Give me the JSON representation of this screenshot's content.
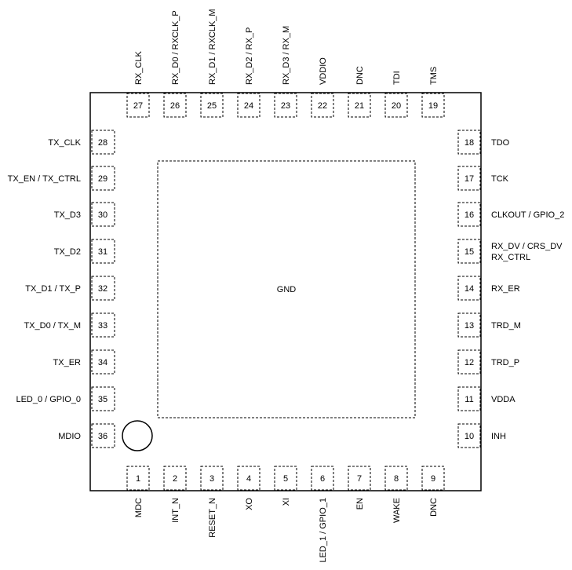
{
  "center_label": "GND",
  "pins": {
    "bottom": [
      {
        "num": "1",
        "name": "MDC"
      },
      {
        "num": "2",
        "name": "INT_N"
      },
      {
        "num": "3",
        "name": "RESET_N"
      },
      {
        "num": "4",
        "name": "XO"
      },
      {
        "num": "5",
        "name": "XI"
      },
      {
        "num": "6",
        "name": "LED_1 / GPIO_1"
      },
      {
        "num": "7",
        "name": "EN"
      },
      {
        "num": "8",
        "name": "WAKE"
      },
      {
        "num": "9",
        "name": "DNC"
      }
    ],
    "right": [
      {
        "num": "10",
        "name": "INH"
      },
      {
        "num": "11",
        "name": "VDDA"
      },
      {
        "num": "12",
        "name": "TRD_P"
      },
      {
        "num": "13",
        "name": "TRD_M"
      },
      {
        "num": "14",
        "name": "RX_ER"
      },
      {
        "num": "15",
        "name": "RX_DV / CRS_DV",
        "name2": "RX_CTRL"
      },
      {
        "num": "16",
        "name": "CLKOUT / GPIO_2"
      },
      {
        "num": "17",
        "name": "TCK"
      },
      {
        "num": "18",
        "name": "TDO"
      }
    ],
    "top": [
      {
        "num": "19",
        "name": "TMS"
      },
      {
        "num": "20",
        "name": "TDI"
      },
      {
        "num": "21",
        "name": "DNC"
      },
      {
        "num": "22",
        "name": "VDDIO"
      },
      {
        "num": "23",
        "name": "RX_D3 / RX_M"
      },
      {
        "num": "24",
        "name": "RX_D2 / RX_P"
      },
      {
        "num": "25",
        "name": "RX_D1 / RXCLK_M"
      },
      {
        "num": "26",
        "name": "RX_D0 / RXCLK_P"
      },
      {
        "num": "27",
        "name": "RX_CLK"
      }
    ],
    "left": [
      {
        "num": "28",
        "name": "TX_CLK"
      },
      {
        "num": "29",
        "name": "TX_EN / TX_CTRL"
      },
      {
        "num": "30",
        "name": "TX_D3"
      },
      {
        "num": "31",
        "name": "TX_D2"
      },
      {
        "num": "32",
        "name": "TX_D1 / TX_P"
      },
      {
        "num": "33",
        "name": "TX_D0 / TX_M"
      },
      {
        "num": "34",
        "name": "TX_ER"
      },
      {
        "num": "35",
        "name": "LED_0 / GPIO_0"
      },
      {
        "num": "36",
        "name": "MDIO"
      }
    ]
  }
}
